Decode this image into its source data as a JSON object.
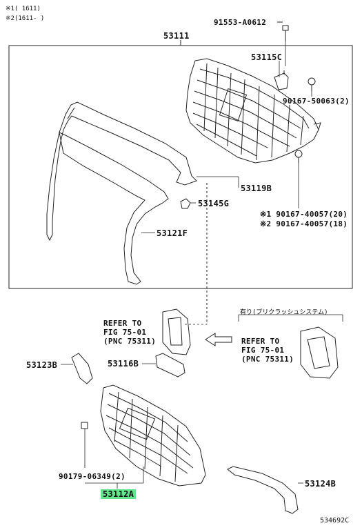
{
  "notes": {
    "note1": "※1(       1611)",
    "note2": "※2(1611-      )"
  },
  "parts": {
    "p91553": "91553-A0612",
    "p53111": "53111",
    "p53115C": "53115C",
    "p90167_50063": "90167-50063(2)",
    "p53119B": "53119B",
    "p53145G": "53145G",
    "p90167_40057_20": "※1 90167-40057(20)",
    "p90167_40057_18": "※2 90167-40057(18)",
    "p53121F": "53121F",
    "refer_left": [
      "REFER TO",
      "FIG 75-01",
      "(PNC 75311)"
    ],
    "refer_right": [
      "REFER TO",
      "FIG 75-01",
      "(PNC 75311)"
    ],
    "precrash": "有り(プリクラッシュシステム)",
    "p53123B": "53123B",
    "p53116B": "53116B",
    "p90179": "90179-06349(2)",
    "p53112A": "53112A",
    "p53124B": "53124B",
    "diagram_id": "534692C"
  },
  "colors": {
    "highlight": "#62e58c",
    "line": "#222222"
  }
}
